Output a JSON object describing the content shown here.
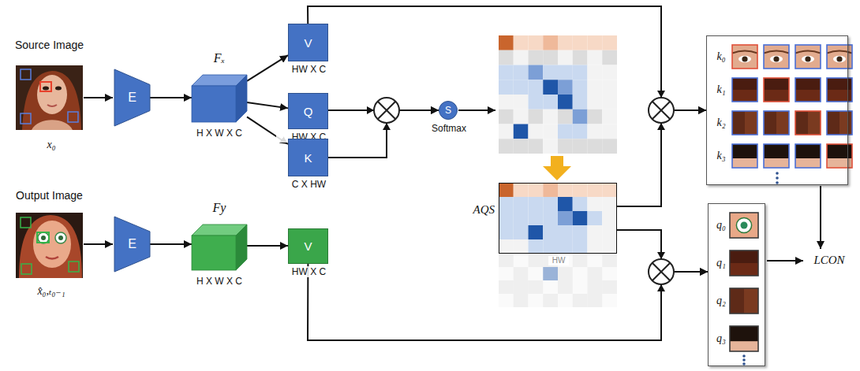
{
  "diagram": {
    "nodes": [
      {
        "text": [
          "E"
        ]
      },
      {
        "text": [
          "Fₓ",
          "H X W X C"
        ]
      },
      {
        "text": [
          "V",
          "HW X C"
        ]
      },
      {
        "text": [
          "Q",
          "HW X C"
        ]
      },
      {
        "text": [
          "K",
          "C X HW"
        ]
      },
      {
        "text": [
          "S",
          "Softmax"
        ]
      },
      {
        "text": [
          "AQS",
          "HW"
        ]
      },
      {
        "text": [
          "k₀",
          "k₁",
          "k₂",
          "k₃"
        ]
      },
      {
        "text": [
          "E"
        ]
      },
      {
        "text": [
          "Fy",
          "H X W X C"
        ]
      },
      {
        "text": [
          "V",
          "HW X C"
        ]
      },
      {
        "text": [
          "q₀",
          "q₁",
          "q₂",
          "q₃"
        ]
      }
    ],
    "edges": [
      {
        "from": 0,
        "to": 1,
        "arrow": "to"
      },
      {
        "from": 1,
        "to": 2,
        "arrow": "to"
      },
      {
        "from": 1,
        "to": 3,
        "arrow": "to"
      },
      {
        "from": 1,
        "to": 4,
        "arrow": "to"
      },
      {
        "from": 3,
        "to": 5,
        "arrow": "to"
      },
      {
        "from": 4,
        "to": 5,
        "arrow": "to"
      },
      {
        "from": 2,
        "to": 7,
        "arrow": "to"
      },
      {
        "from": 6,
        "to": 7,
        "arrow": "to"
      },
      {
        "from": 6,
        "to": 11,
        "arrow": "to"
      },
      {
        "from": 10,
        "to": 11,
        "arrow": "to"
      },
      {
        "from": 8,
        "to": 9,
        "arrow": "to"
      },
      {
        "from": 9,
        "to": 10,
        "arrow": "to"
      }
    ],
    "labels": [
      "Source Image",
      "x₀",
      "Output Image",
      "x̂₀,ₜ₀₋₁",
      "LCON"
    ]
  }
}
